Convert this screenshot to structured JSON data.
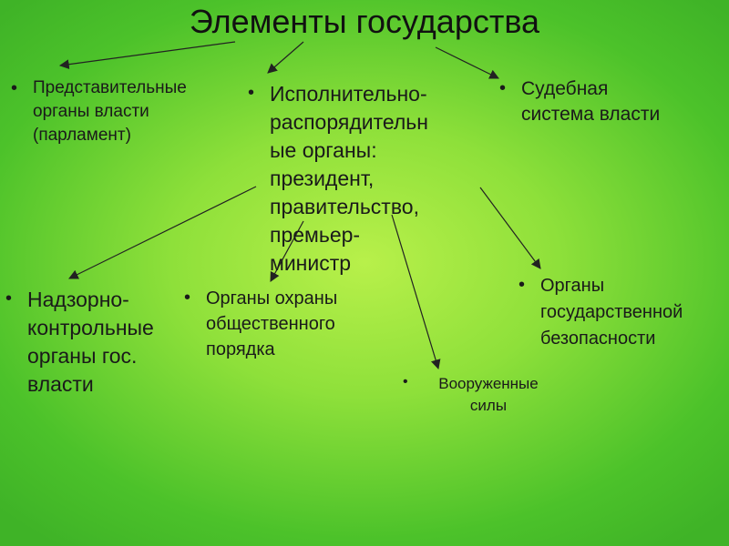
{
  "slide": {
    "title": "Элементы государства",
    "bullet": "•",
    "nodes": {
      "parliament": "Представительные\nорганы власти\n(парламент)",
      "executive": "Исполнительно-\nраспорядительн\nые органы:\nпрезидент,\nправительство,\nпремьер-\nминистр",
      "judicial": "Судебная\nсистема власти",
      "supervisory": "Надзорно-\nконтрольные\nорганы гос.\nвласти",
      "public_order": "Органы охраны\nобщественного\nпорядка",
      "security": "Органы\nгосударственной\nбезопасности",
      "armed_forces": "Вооруженные\nсилы"
    }
  },
  "colors": {
    "background_center": "#b8f04a",
    "background_edge": "#3fb327",
    "text": "#1a1a1a",
    "arrow": "#222222"
  },
  "connections": [
    {
      "from": "title",
      "to": "parliament"
    },
    {
      "from": "title",
      "to": "executive"
    },
    {
      "from": "title",
      "to": "judicial"
    },
    {
      "from": "executive",
      "to": "supervisory"
    },
    {
      "from": "executive",
      "to": "public_order"
    },
    {
      "from": "executive",
      "to": "armed_forces"
    },
    {
      "from": "executive",
      "to": "security"
    }
  ]
}
